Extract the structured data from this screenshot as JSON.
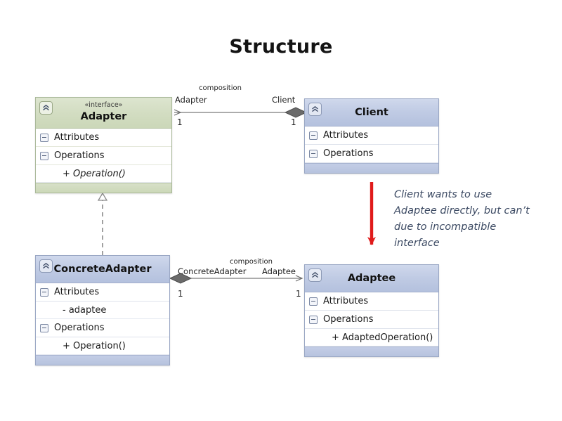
{
  "title": "Structure",
  "colors": {
    "interface_header": "#d3ddc2",
    "class_header": "#c0cbe4",
    "arrow_red": "#e01b1b",
    "border_blue": "#9aa7c4",
    "border_green": "#aab99a",
    "annotation_text": "#3c4a63"
  },
  "classes": {
    "adapter": {
      "stereotype": "«interface»",
      "name": "Adapter",
      "sections": [
        {
          "label": "Attributes",
          "members": []
        },
        {
          "label": "Operations",
          "members": [
            {
              "text": "+ Operation()",
              "abstract": true
            }
          ]
        }
      ]
    },
    "client": {
      "stereotype": "",
      "name": "Client",
      "sections": [
        {
          "label": "Attributes",
          "members": []
        },
        {
          "label": "Operations",
          "members": []
        }
      ]
    },
    "concrete_adapter": {
      "stereotype": "",
      "name": "ConcreteAdapter",
      "sections": [
        {
          "label": "Attributes",
          "members": [
            {
              "text": "- adaptee",
              "abstract": false
            }
          ]
        },
        {
          "label": "Operations",
          "members": [
            {
              "text": "+ Operation()",
              "abstract": false
            }
          ]
        }
      ]
    },
    "adaptee": {
      "stereotype": "",
      "name": "Adaptee",
      "sections": [
        {
          "label": "Attributes",
          "members": []
        },
        {
          "label": "Operations",
          "members": [
            {
              "text": "+ AdaptedOperation()",
              "abstract": false
            }
          ]
        }
      ]
    }
  },
  "relations": {
    "client_to_adapter": {
      "kind": "composition",
      "type_label": "composition",
      "source_role": "Client",
      "target_role": "Adapter",
      "source_multiplicity": "1",
      "target_multiplicity": "1"
    },
    "concrete_to_adaptee": {
      "kind": "composition",
      "type_label": "composition",
      "source_role": "ConcreteAdapter",
      "target_role": "Adaptee",
      "source_multiplicity": "1",
      "target_multiplicity": "1"
    },
    "realization": {
      "kind": "realization",
      "label": ""
    }
  },
  "annotation": {
    "lines": [
      "Client wants to use",
      "Adaptee directly, but can’t",
      "due to incompatible",
      "interface"
    ]
  }
}
